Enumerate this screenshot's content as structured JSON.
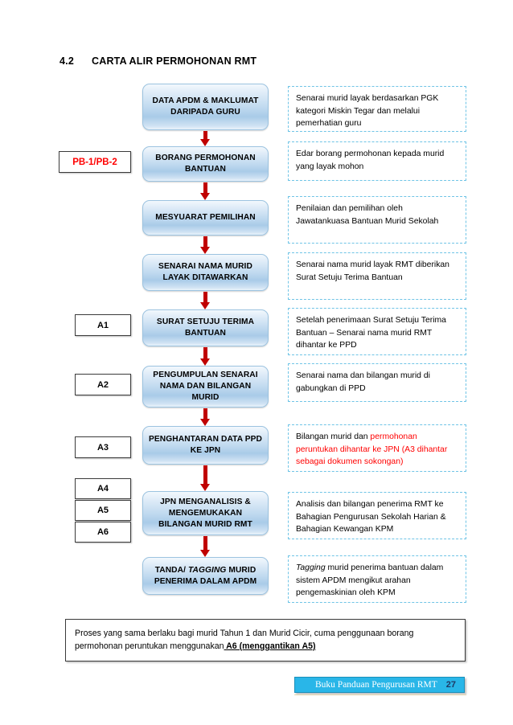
{
  "heading": {
    "number": "4.2",
    "title": "CARTA ALIR PERMOHONAN RMT"
  },
  "flow": {
    "steps": [
      {
        "id": "data-apdm",
        "label": "DATA APDM & MAKLUMAT DARIPADA GURU"
      },
      {
        "id": "borang-permohonan",
        "label": "BORANG PERMOHONAN BANTUAN"
      },
      {
        "id": "mesyuarat-pemilihan",
        "label": "MESYUARAT PEMILIHAN"
      },
      {
        "id": "senarai-nama-murid",
        "label": "SENARAI NAMA MURID LAYAK DITAWARKAN"
      },
      {
        "id": "surat-setuju-terima",
        "label": "SURAT SETUJU TERIMA BANTUAN"
      },
      {
        "id": "pengumpulan-senarai",
        "label": "PENGUMPULAN SENARAI NAMA DAN BILANGAN MURID"
      },
      {
        "id": "penghantaran-data",
        "label": "PENGHANTARAN DATA PPD KE JPN"
      },
      {
        "id": "jpn-menganalisis",
        "label": "JPN MENGANALISIS & MENGEMUKAKAN BILANGAN MURID RMT"
      },
      {
        "id": "tanda-tagging",
        "label_pre": "TANDA/ ",
        "label_italic": "TAGGING",
        "label_post": " MURID PENERIMA DALAM APDM"
      }
    ]
  },
  "tags": [
    {
      "id": "pb",
      "label": "PB-1/PB-2"
    },
    {
      "id": "a1",
      "label": "A1"
    },
    {
      "id": "a2",
      "label": "A2"
    },
    {
      "id": "a3",
      "label": "A3"
    },
    {
      "id": "a4",
      "label": "A4"
    },
    {
      "id": "a5",
      "label": "A5"
    },
    {
      "id": "a6",
      "label": "A6"
    }
  ],
  "notes": [
    {
      "id": "note-1",
      "text": "Senarai murid layak  berdasarkan PGK kategori Miskin Tegar dan melalui pemerhatian guru"
    },
    {
      "id": "note-2",
      "text": "Edar borang permohonan kepada murid yang layak mohon"
    },
    {
      "id": "note-3",
      "text": "Penilaian dan pemilihan oleh Jawatankuasa  Bantuan Murid Sekolah"
    },
    {
      "id": "note-4",
      "text": "Senarai nama murid layak RMT diberikan Surat Setuju Terima Bantuan"
    },
    {
      "id": "note-5",
      "text": "Setelah penerimaan Surat Setuju Terima Bantuan – Senarai nama murid RMT dihantar ke PPD"
    },
    {
      "id": "note-6",
      "text": "Senarai nama dan bilangan murid  di gabungkan di PPD"
    },
    {
      "id": "note-7",
      "black_text": "Bilangan murid  dan ",
      "red_text": "permohonan peruntukan dihantar ke JPN (A3 dihantar sebagai dokumen sokongan)"
    },
    {
      "id": "note-8",
      "text": "Analisis dan bilangan penerima RMT ke Bahagian Pengurusan Sekolah Harian & Bahagian Kewangan KPM"
    },
    {
      "id": "note-9",
      "italic_text": "Tagging",
      "text": " murid penerima bantuan dalam sistem APDM mengikut arahan pengemaskinian oleh KPM"
    }
  ],
  "bottom_note": {
    "text_before": "Proses yang sama berlaku bagi murid Tahun 1 dan Murid Cicir, cuma penggunaan borang permohonan peruntukan menggunakan",
    "underlined": " A6 (menggantikan  A5)"
  },
  "footer": {
    "title": "Buku Panduan Pengurusan RMT",
    "page": "27"
  },
  "colors": {
    "arrow": "#c00000",
    "note_border": "#6fc4e6",
    "tag_red": "#ff0000",
    "footer_bar": "#29b6e8",
    "box_border": "#9cc3e0"
  }
}
